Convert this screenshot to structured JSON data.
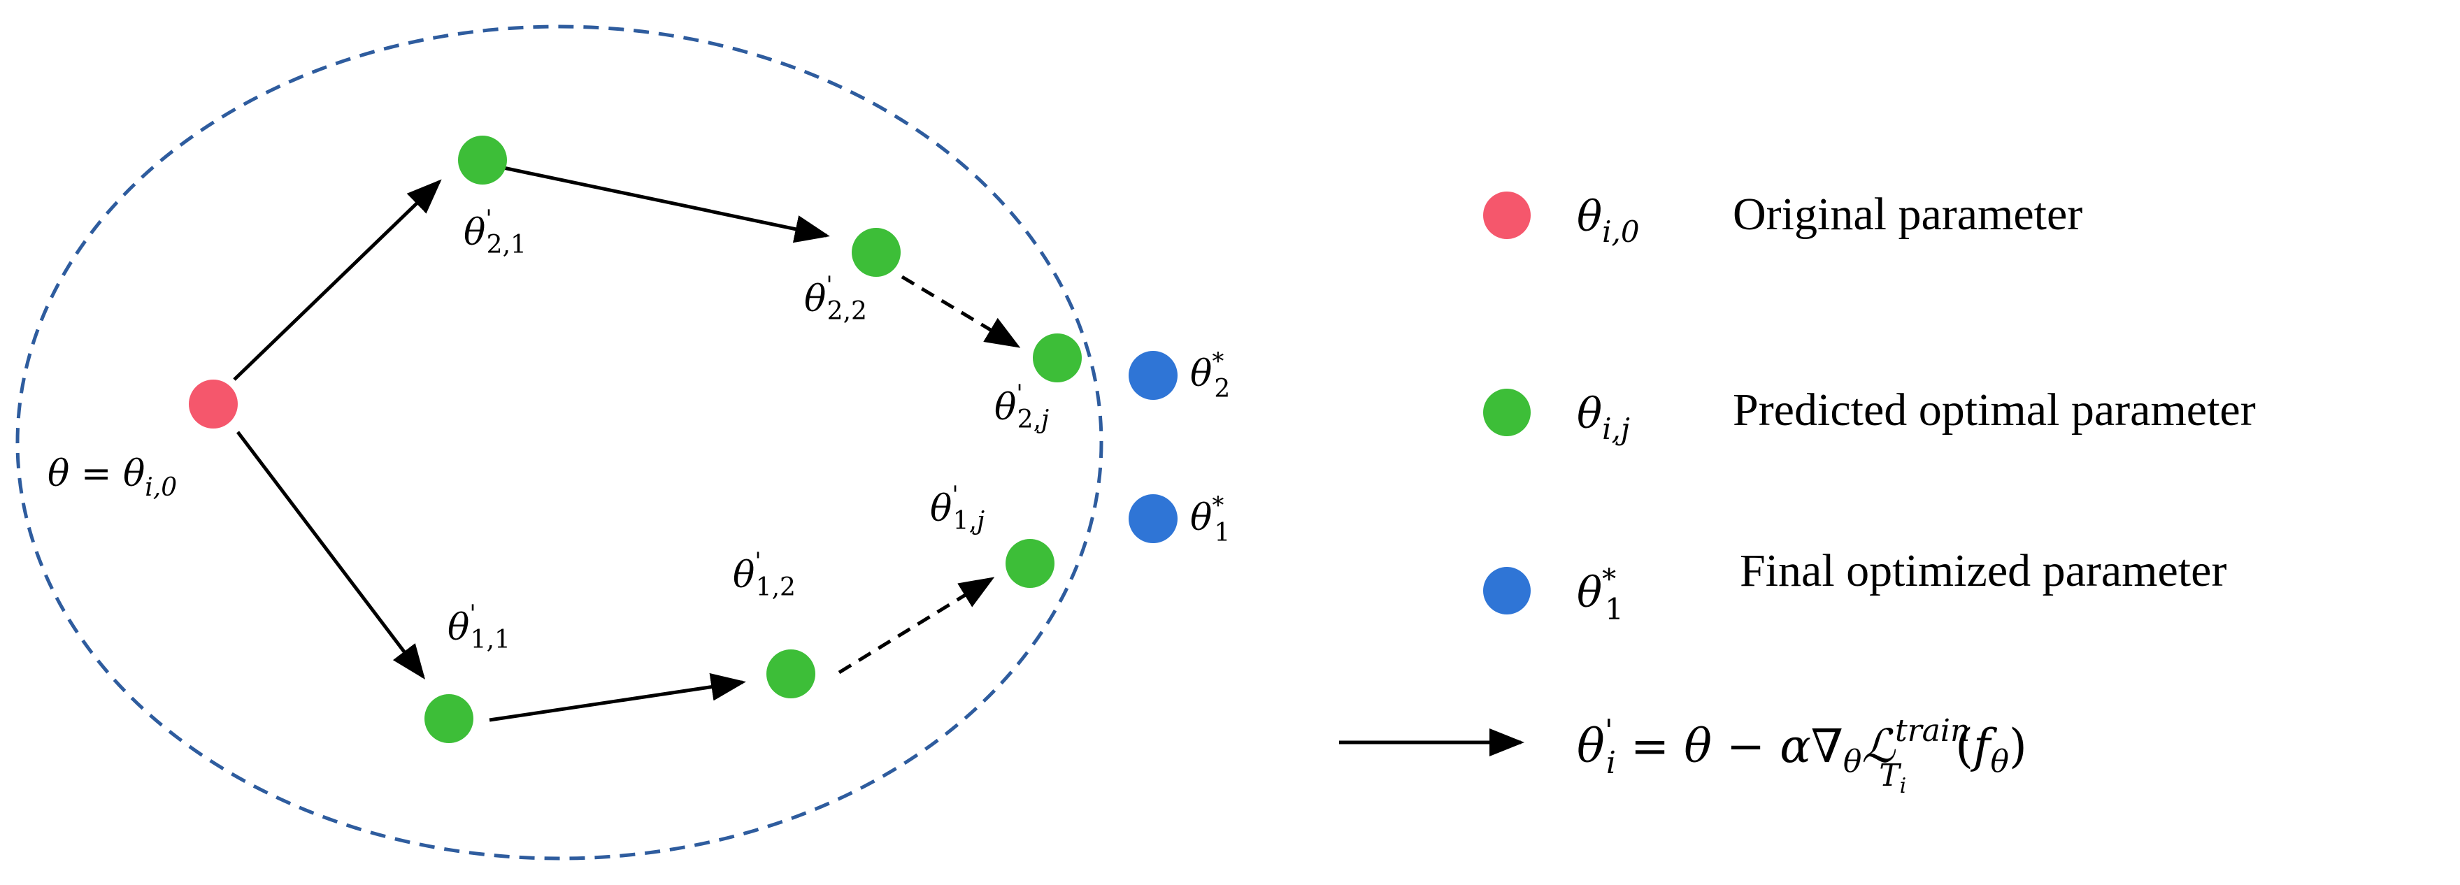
{
  "colors": {
    "original": "#F5576C",
    "predicted": "#3DBE38",
    "final": "#2F75D6",
    "boundary": "#2E5C9E",
    "arrow": "#000000"
  },
  "nodes": {
    "origin": {
      "label": "θ = θi,0",
      "color_key": "original"
    },
    "t21": {
      "label": "θ'2,1",
      "color_key": "predicted"
    },
    "t22": {
      "label": "θ'2,2",
      "color_key": "predicted"
    },
    "t2j": {
      "label": "θ'2,j",
      "color_key": "predicted"
    },
    "t11": {
      "label": "θ'1,1",
      "color_key": "predicted"
    },
    "t12": {
      "label": "θ'1,2",
      "color_key": "predicted"
    },
    "t1j": {
      "label": "θ'1,j",
      "color_key": "predicted"
    },
    "star2": {
      "label": "θ*2",
      "color_key": "final"
    },
    "star1": {
      "label": "θ*1",
      "color_key": "final"
    }
  },
  "edges": [
    {
      "from": "origin",
      "to": "t21",
      "style": "solid"
    },
    {
      "from": "t21",
      "to": "t22",
      "style": "solid"
    },
    {
      "from": "t22",
      "to": "t2j",
      "style": "dashed"
    },
    {
      "from": "origin",
      "to": "t11",
      "style": "solid"
    },
    {
      "from": "t11",
      "to": "t12",
      "style": "solid"
    },
    {
      "from": "t12",
      "to": "t1j",
      "style": "dashed"
    }
  ],
  "legend": {
    "items": [
      {
        "symbol": "θi,0",
        "text": "Original parameter",
        "color_key": "original"
      },
      {
        "symbol": "θi,j",
        "text": "Predicted optimal parameter",
        "color_key": "predicted"
      },
      {
        "symbol": "θ*1",
        "text": "Final optimized parameter",
        "color_key": "final"
      }
    ],
    "update_rule": "θ'i = θ − α∇θℒTitrain(fθ)"
  }
}
